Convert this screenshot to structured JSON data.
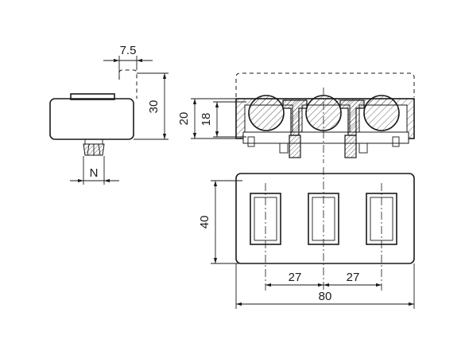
{
  "dimensions": {
    "offset": "7.5",
    "height_side": "30",
    "thread": "N",
    "height_outer": "20",
    "height_inner": "18",
    "height_front": "40",
    "pitch_left": "27",
    "pitch_right": "27",
    "length": "80"
  },
  "colors": {
    "line": "#1a1a1a",
    "background": "#ffffff"
  }
}
